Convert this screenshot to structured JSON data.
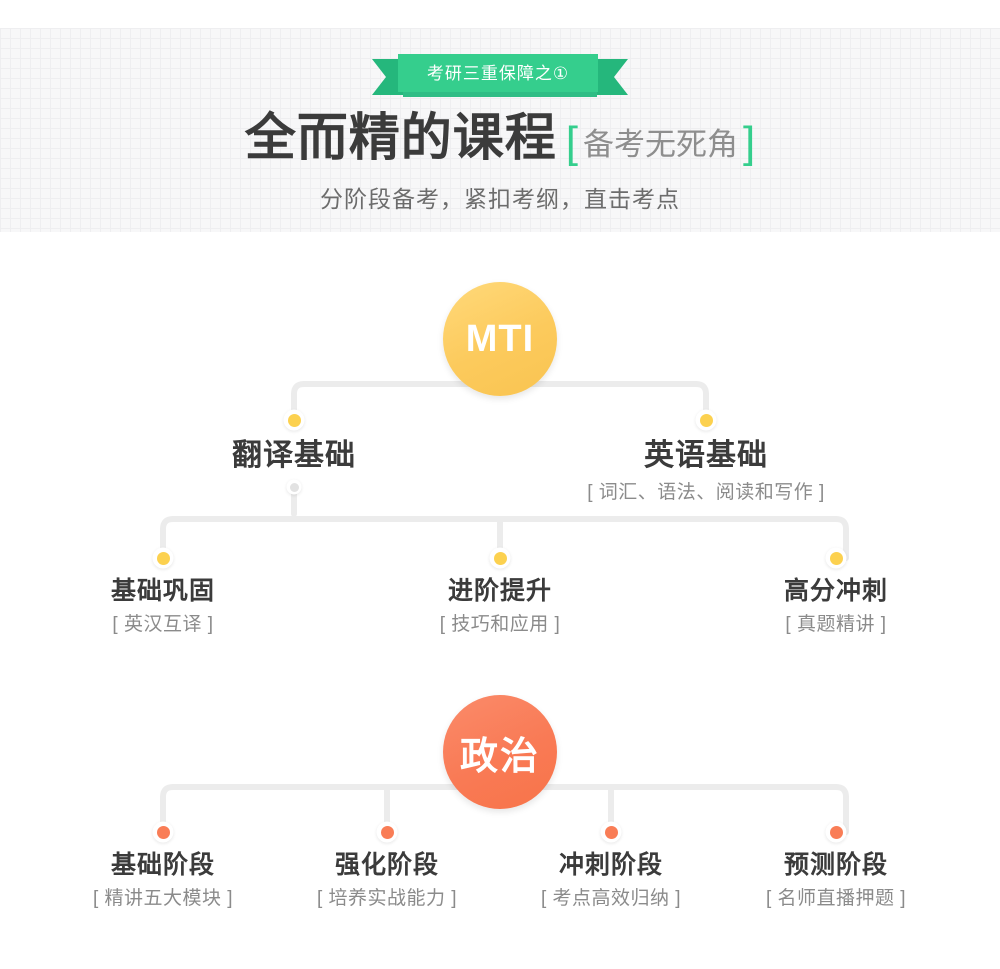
{
  "header": {
    "ribbon_label": "考研三重保障之①",
    "main_title": "全而精的课程",
    "tag_bracket_left": "[",
    "tag_text": "备考无死角",
    "tag_bracket_right": "]",
    "subtitle": "分阶段备考，紧扣考纲，直击考点"
  },
  "colors": {
    "ribbon_green": "#35ce8d",
    "ribbon_green_dark": "#25b77c",
    "bracket_green": "#35ce8d",
    "mti_yellow": "#fcca5c",
    "zhengzhi_orange": "#f97a55",
    "dot_yellow": "#fcd14f",
    "dot_orange": "#f97d56",
    "connector_grey": "#ececec",
    "title_grey": "#3b3b3b",
    "sub_grey": "#8b8b8b"
  },
  "tree": {
    "mti": {
      "hub_label": "MTI",
      "branches": [
        {
          "title": "翻译基础",
          "sub": ""
        },
        {
          "title": "英语基础",
          "sub": "[ 词汇、语法、阅读和写作 ]"
        }
      ],
      "stages": [
        {
          "title": "基础巩固",
          "sub": "[ 英汉互译 ]"
        },
        {
          "title": "进阶提升",
          "sub": "[ 技巧和应用 ]"
        },
        {
          "title": "高分冲刺",
          "sub": "[ 真题精讲 ]"
        }
      ]
    },
    "zhengzhi": {
      "hub_label": "政治",
      "stages": [
        {
          "title": "基础阶段",
          "sub": "[ 精讲五大模块 ]"
        },
        {
          "title": "强化阶段",
          "sub": "[ 培养实战能力 ]"
        },
        {
          "title": "冲刺阶段",
          "sub": "[ 考点高效归纳 ]"
        },
        {
          "title": "预测阶段",
          "sub": "[ 名师直播押题 ]"
        }
      ]
    }
  }
}
